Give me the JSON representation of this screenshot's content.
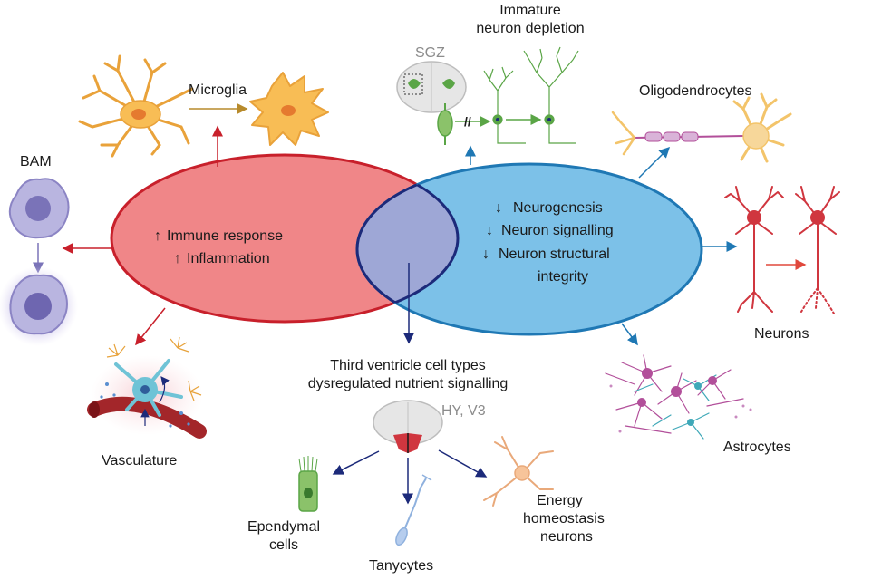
{
  "labels": {
    "microglia": "Microglia",
    "bam": "BAM",
    "vasculature": "Vasculature",
    "immature_1": "Immature",
    "immature_2": "neuron depletion",
    "sgz": "SGZ",
    "oligodendrocytes": "Oligodendrocytes",
    "neurons": "Neurons",
    "astrocytes": "Astrocytes",
    "third_ventricle_1": "Third ventricle cell types",
    "third_ventricle_2": "dysregulated nutrient signalling",
    "hy_v3": "HY, V3",
    "ependymal_1": "Ependymal",
    "ependymal_2": "cells",
    "tanycytes": "Tanycytes",
    "energy_1": "Energy",
    "energy_2": "homeostasis",
    "energy_3": "neurons"
  },
  "red_ellipse": {
    "line1": "Immune response",
    "line2": "Inflammation",
    "arrow_up": "↑"
  },
  "blue_ellipse": {
    "line1": "Neurogenesis",
    "line2": "Neuron signalling",
    "line3": "Neuron structural",
    "line4": "integrity",
    "arrow_down": "↓"
  },
  "colors": {
    "red_fill": "#f08688",
    "red_stroke": "#c8202b",
    "blue_fill": "#7cc1e8",
    "blue_stroke": "#1f78b4",
    "overlap_fill": "#9ea7d6",
    "overlap_stroke": "#1c2a7a",
    "microglia": "#f5b34a",
    "neuron_red": "#d0363f",
    "green": "#5aa546",
    "astro_pink": "#b24f9a",
    "astro_teal": "#3fa8b8",
    "bam_purple": "#8b84c4"
  }
}
